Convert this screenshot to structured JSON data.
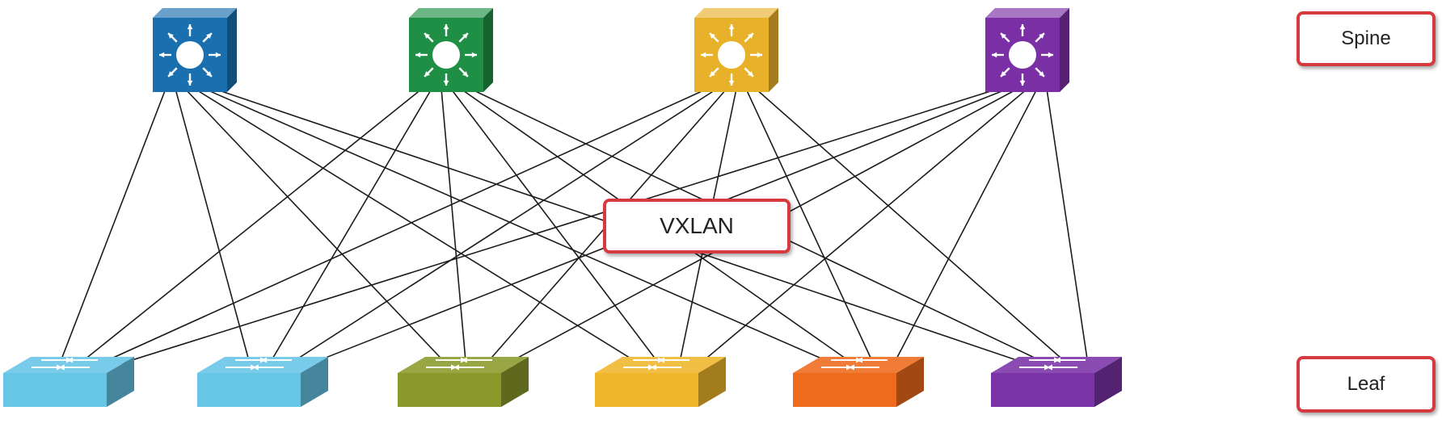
{
  "labels": {
    "spine": "Spine",
    "leaf": "Leaf",
    "overlay": "VXLAN"
  },
  "spines": [
    {
      "icon": "layer3-switch-icon",
      "color": "#1a6fae"
    },
    {
      "icon": "layer3-switch-icon",
      "color": "#1e8f44"
    },
    {
      "icon": "layer3-switch-icon",
      "color": "#e7b12a"
    },
    {
      "icon": "layer3-switch-icon",
      "color": "#7b2fa5"
    }
  ],
  "leaves": [
    {
      "icon": "workgroup-switch-icon",
      "color": "#67c5e6"
    },
    {
      "icon": "workgroup-switch-icon",
      "color": "#67c5e6"
    },
    {
      "icon": "workgroup-switch-icon",
      "color": "#8a9a2a"
    },
    {
      "icon": "workgroup-switch-icon",
      "color": "#f0b62c"
    },
    {
      "icon": "workgroup-switch-icon",
      "color": "#ee6a1c"
    },
    {
      "icon": "workgroup-switch-icon",
      "color": "#7a34a8"
    }
  ],
  "links": "full-mesh",
  "accent_color": "#d63a3f"
}
